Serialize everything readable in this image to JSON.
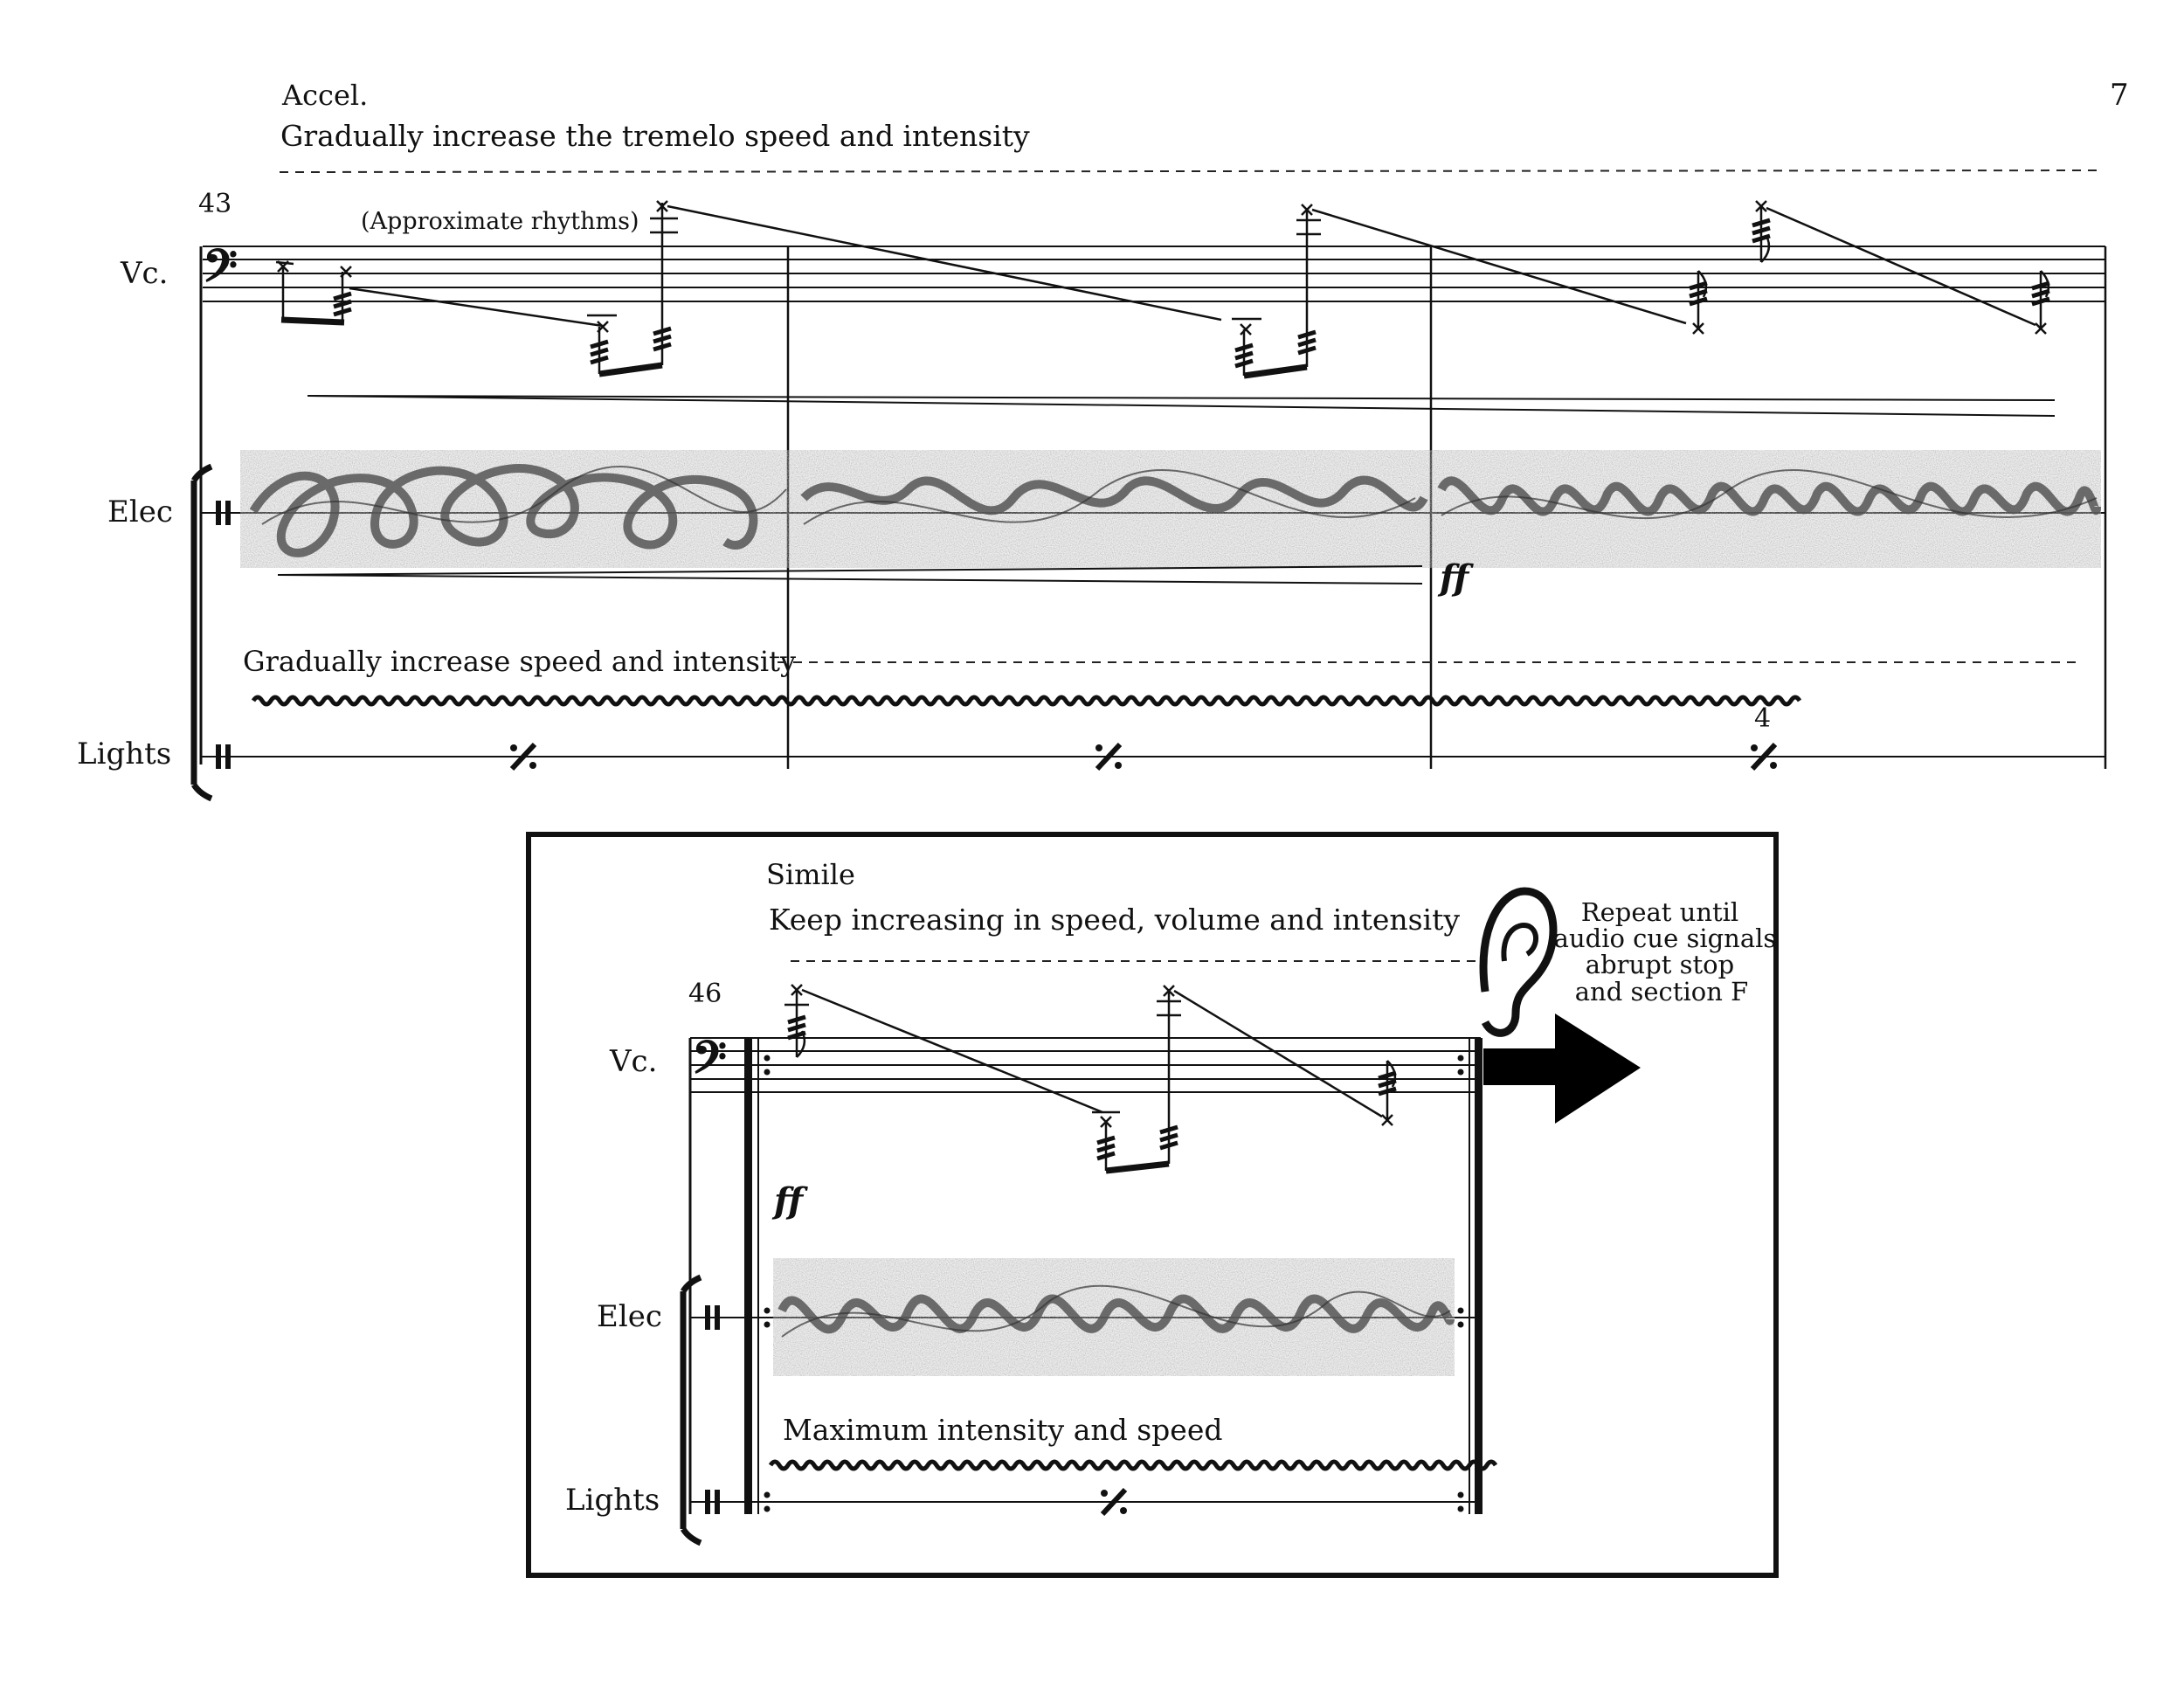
{
  "page_number": "7",
  "system1": {
    "tempo_marking": "Accel.",
    "instruction": "Gradually increase the tremelo speed and intensity",
    "measure_number": "43",
    "rhythm_note": "(Approximate rhythms)",
    "parts": {
      "cello": "Vc.",
      "electronics": "Elec",
      "lights": "Lights"
    },
    "dynamic": "ff",
    "elec_instruction": "Gradually increase speed and intensity",
    "lights_repeat_count": "4"
  },
  "system2": {
    "marking": "Simile",
    "instruction": "Keep increasing in speed, volume and intensity",
    "measure_number": "46",
    "parts": {
      "cello": "Vc.",
      "electronics": "Elec",
      "lights": "Lights"
    },
    "dynamic": "ff",
    "lights_instruction": "Maximum intensity and speed",
    "cue_text": [
      "Repeat until",
      "audio cue signals",
      "abrupt stop",
      "and section F"
    ],
    "icons": {
      "ear": "ear-icon",
      "arrow": "arrow-right-icon"
    }
  }
}
